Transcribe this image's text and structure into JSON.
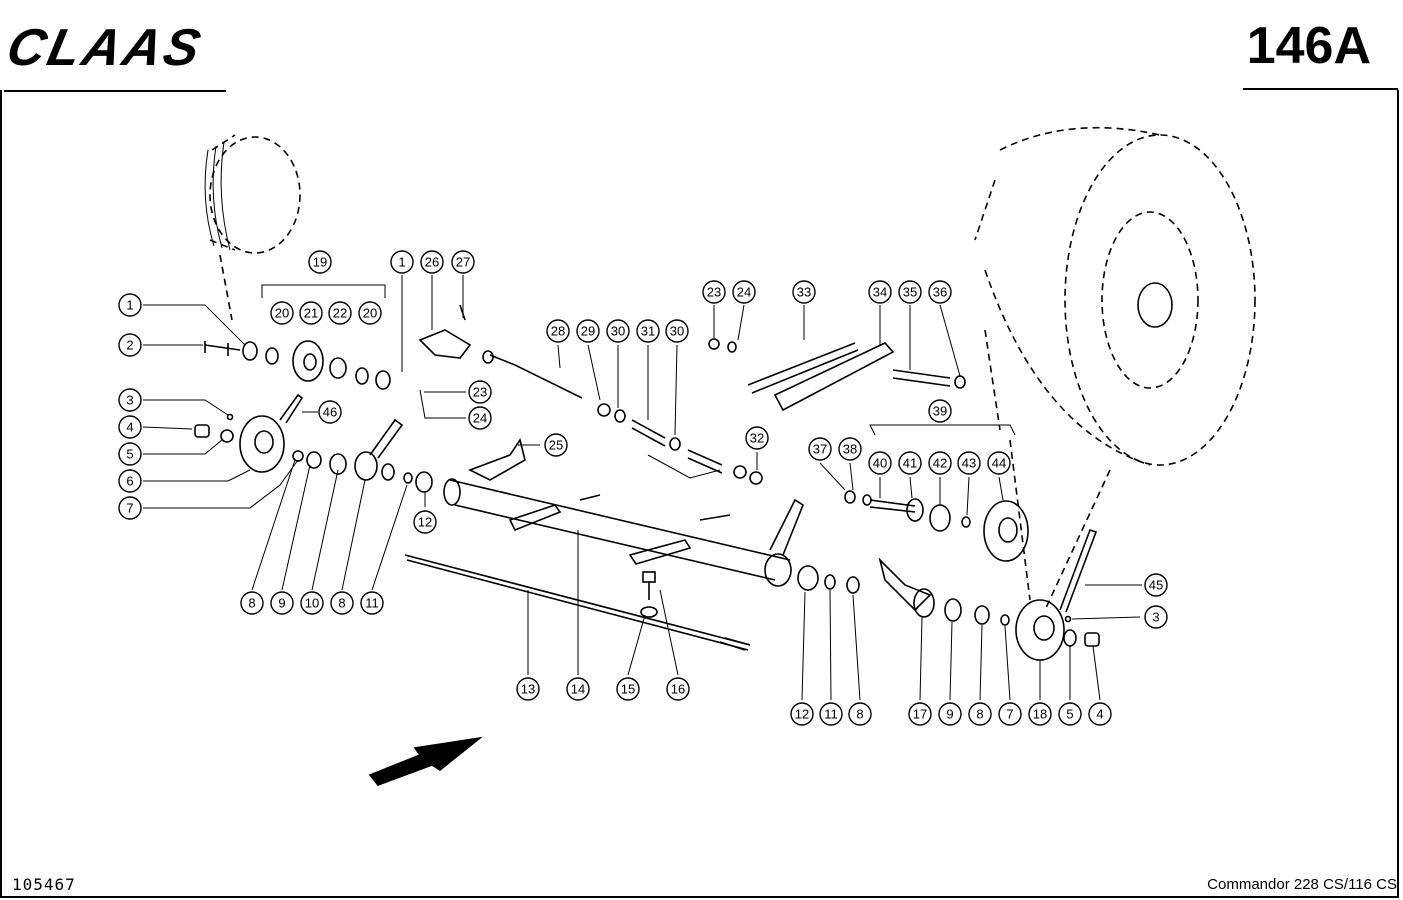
{
  "header": {
    "brand": "CLAAS",
    "page_code": "146A"
  },
  "footer": {
    "drawing_number": "105467",
    "model": "Commandor 228 CS/116 CS"
  },
  "callouts": [
    "1",
    "2",
    "3",
    "4",
    "5",
    "6",
    "7",
    "8",
    "9",
    "10",
    "8",
    "11",
    "12",
    "13",
    "14",
    "15",
    "16",
    "19",
    "20",
    "21",
    "22",
    "20",
    "1",
    "26",
    "27",
    "23",
    "24",
    "46",
    "28",
    "29",
    "30",
    "31",
    "30",
    "25",
    "23",
    "24",
    "33",
    "34",
    "35",
    "36",
    "32",
    "37",
    "38",
    "39",
    "40",
    "41",
    "42",
    "43",
    "44",
    "45",
    "3",
    "12",
    "11",
    "8",
    "17",
    "9",
    "8",
    "7",
    "18",
    "5",
    "4"
  ]
}
